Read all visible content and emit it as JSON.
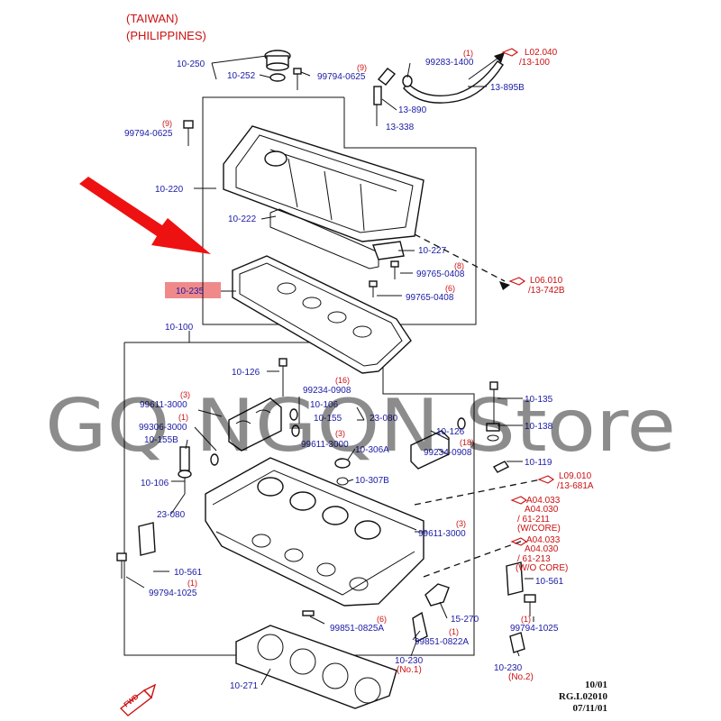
{
  "header": {
    "region_1": "(TAIWAN)",
    "region_2": "(PHILIPPINES)"
  },
  "labels": {
    "p_10_250": "10-250",
    "p_10_252": "10-252",
    "p_99794_0625_a": "99794-0625",
    "q_9_a": "(9)",
    "p_99283_1400": "99283-1400",
    "q_1_a": "(1)",
    "r_l02_040_a": "L02.040",
    "r_l02_040_b": "/13-100",
    "p_13_895b": "13-895B",
    "p_13_890": "13-890",
    "p_13_338": "13-338",
    "q_9_b": "(9)",
    "p_99794_0625_b": "99794-0625",
    "p_10_220": "10-220",
    "p_10_222": "10-222",
    "p_10_227": "10-227",
    "q_8_a": "(8)",
    "p_99765_0408_a": "99765-0408",
    "q_6_a": "(6)",
    "p_99765_0408_b": "99765-0408",
    "r_l06_010_a": "L06.010",
    "r_l06_010_b": "/13-742B",
    "p_10_235": "10-235",
    "p_10_100": "10-100",
    "p_10_126_a": "10-126",
    "q_16": "(16)",
    "p_99234_0908_a": "99234-0908",
    "q_3_a": "(3)",
    "p_99611_3000_a": "99611-3000",
    "p_10_106_a": "10-106",
    "p_10_155_a": "10-155",
    "p_23_080_a": "23-080",
    "q_1_b": "(1)",
    "p_99306_3000": "99306-3000",
    "p_10_155b": "10-155B",
    "q_3_b": "(3)",
    "p_99611_3000_b": "99611-3000",
    "p_10_126_b": "10-126",
    "p_10_306a": "10-306A",
    "q_18": "(18)",
    "p_99234_0908_b": "99234-0908",
    "p_10_135": "10-135",
    "p_10_138": "10-138",
    "p_10_119": "10-119",
    "r_l09_010_a": "L09.010",
    "r_l09_010_b": "/13-681A",
    "p_10_106_b": "10-106",
    "p_10_307b": "10-307B",
    "p_23_080_b": "23-080",
    "r_a04_033_a": "A04.033",
    "r_a04_030_a": "A04.030",
    "r_61_211": "/ 61-211",
    "r_wcore": "(W/CORE)",
    "q_3_c": "(3)",
    "p_99611_3000_c": "99611-3000",
    "r_a04_033_b": "A04.033",
    "r_a04_030_b": "A04.030",
    "r_61_213": "/ 61-213",
    "r_wocore": "(W/O CORE)",
    "p_10_561_a": "10-561",
    "q_1_c": "(1)",
    "p_99794_1025_a": "99794-1025",
    "p_10_561_b": "10-561",
    "q_6_b": "(6)",
    "p_99851_0825a": "99851-0825A",
    "p_15_270": "15-270",
    "q_1_d": "(1)",
    "p_99794_1025_b": "99794-1025",
    "q_1_e": "(1)",
    "p_99851_0822a": "99851-0822A",
    "p_10_230_a": "10-230",
    "q_no1": "(No.1)",
    "p_10_230_b": "10-230",
    "q_no2": "(No.2)",
    "p_10_271": "10-271",
    "fwd": "FWD"
  },
  "meta": {
    "line_1": "10/01",
    "line_2": "RG.L02010",
    "line_3": "07/11/01"
  },
  "watermark": "GQ NGQN Store",
  "colors": {
    "label": "#1a1aa6",
    "reference": "#cc1111",
    "highlight": "#f08a8a",
    "arrow": "#ee1111"
  }
}
